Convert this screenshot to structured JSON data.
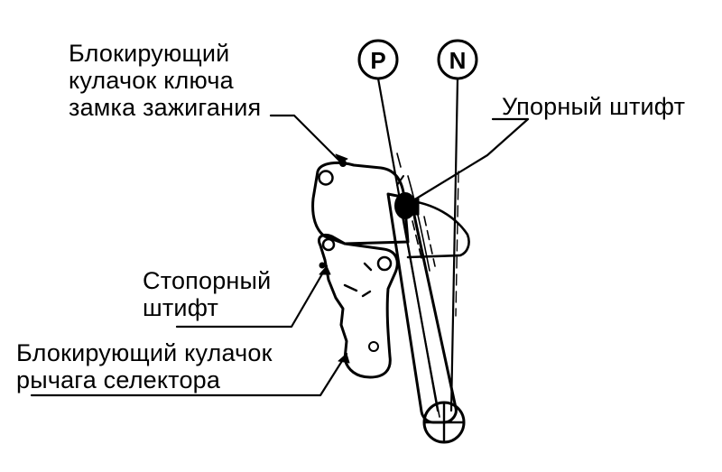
{
  "labels": {
    "ignition_cam": [
      "Блокирующий",
      "кулачок ключа",
      "замка зажигания"
    ],
    "stop_pin": "Упорный штифт",
    "lock_pin": [
      "Стопорный",
      "штифт"
    ],
    "selector_cam": [
      "Блокирующий кулачок",
      "рычага селектора"
    ]
  },
  "positions": {
    "p": "P",
    "n": "N"
  }
}
